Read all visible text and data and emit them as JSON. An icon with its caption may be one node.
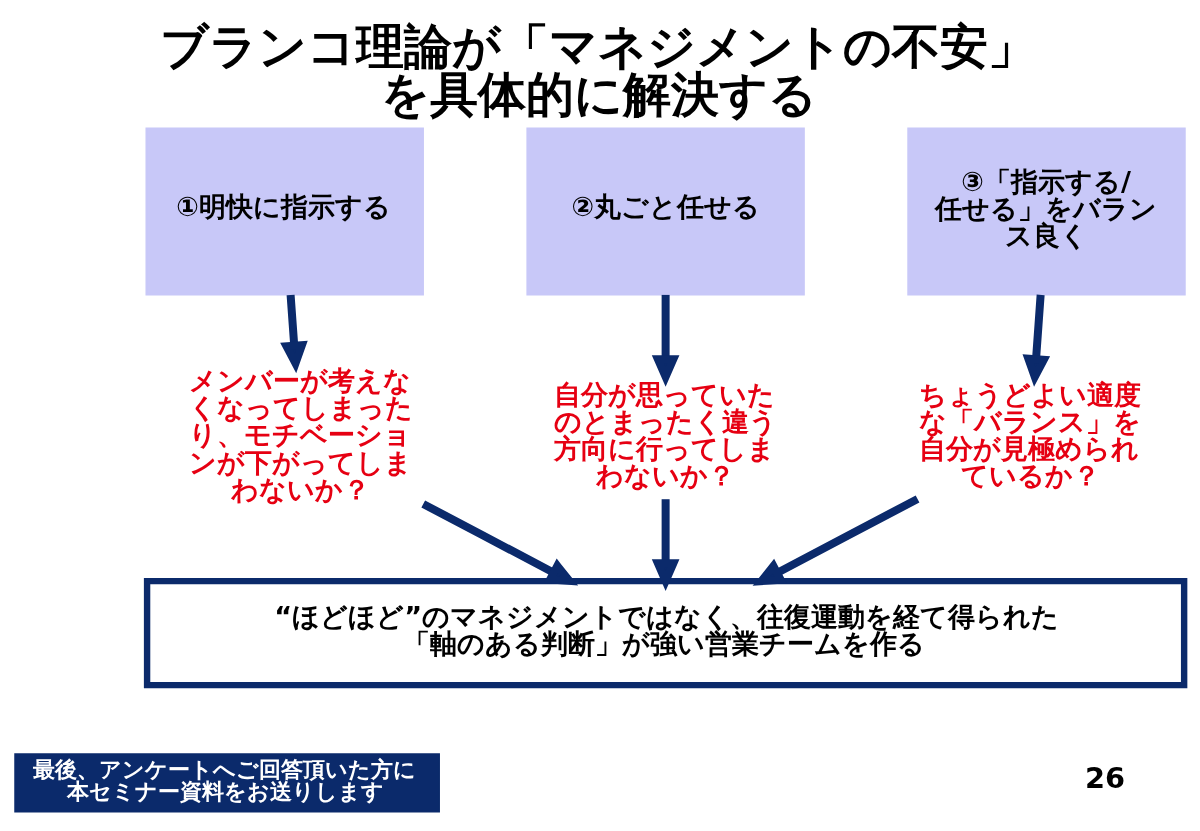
{
  "diagram": {
    "title": "ブランコ理論が「マネジメントの不安」を具体的に解決する",
    "nodes": [
      {
        "text": [
          "①明快に指示する"
        ]
      },
      {
        "text": [
          "②丸ごと任せる"
        ]
      },
      {
        "text": [
          "③「指示する/任せる」をバランス良く"
        ]
      },
      {
        "text": [
          "メンバーが考えなくなってしまったり、モチベーションが下がってしまわないか？"
        ]
      },
      {
        "text": [
          "自分が思っていたのとまったく違う方向に行ってしまわないか？"
        ]
      },
      {
        "text": [
          "ちょうどよい適度な「バランス」を自分が見極められているか？"
        ]
      },
      {
        "text": [
          "“ほどほど”のマネジメントではなく、往復運動を経て得られた「軸のある判断」が強い営業チームを作る"
        ]
      },
      {
        "text": [
          "最後、アンケートへご回答頂いた方に本セミナー資料をお送りします"
        ]
      }
    ],
    "edges": [
      {
        "from": 0,
        "to": 3,
        "arrow": "to"
      },
      {
        "from": 1,
        "to": 4,
        "arrow": "to"
      },
      {
        "from": 2,
        "to": 5,
        "arrow": "to"
      },
      {
        "from": 3,
        "to": 6,
        "arrow": "to"
      },
      {
        "from": 4,
        "to": 6,
        "arrow": "to"
      },
      {
        "from": 5,
        "to": 6,
        "arrow": "to"
      }
    ],
    "labels": [
      "26"
    ]
  }
}
